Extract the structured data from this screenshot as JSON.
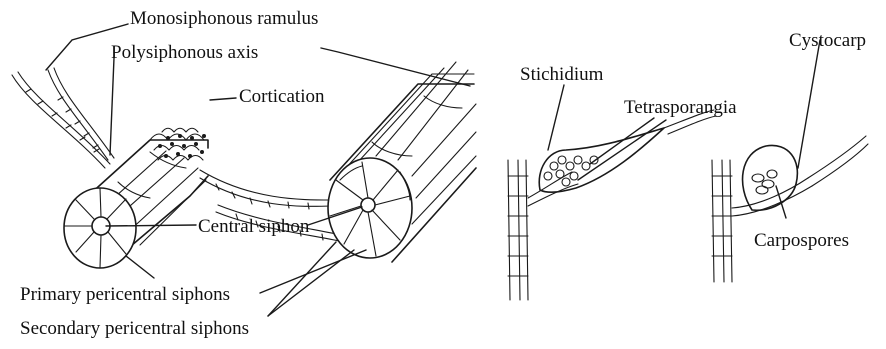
{
  "labels": {
    "monosiphonous_ramulus": "Monosiphonous ramulus",
    "polysiphonous_axis": "Polysiphonous axis",
    "cortication": "Cortication",
    "central_siphon": "Central siphon",
    "primary_pericentral_siphons": "Primary pericentral siphons",
    "secondary_pericentral_siphons": "Secondary pericentral siphons",
    "stichidium": "Stichidium",
    "tetrasporangia": "Tetrasporangia",
    "cystocarp": "Cystocarp",
    "carpospores": "Carpospores"
  }
}
